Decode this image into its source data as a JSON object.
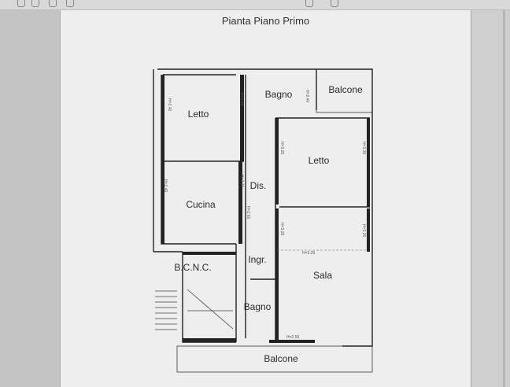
{
  "document": {
    "title": "Pianta Piano Primo"
  },
  "rooms": [
    {
      "id": "letto-1",
      "label": "Letto"
    },
    {
      "id": "bagno-top",
      "label": "Bagno"
    },
    {
      "id": "balcone-top",
      "label": "Balcone"
    },
    {
      "id": "letto-2",
      "label": "Letto"
    },
    {
      "id": "dis",
      "label": "Dis."
    },
    {
      "id": "cucina",
      "label": "Cucina"
    },
    {
      "id": "ingr",
      "label": "Ingr."
    },
    {
      "id": "bcnc",
      "label": "B.C.N.C."
    },
    {
      "id": "sala",
      "label": "Sala"
    },
    {
      "id": "bagno-bottom",
      "label": "Bagno"
    },
    {
      "id": "balcone-bottom",
      "label": "Balcone"
    }
  ],
  "dimensions": {
    "letto1": "H=2.40",
    "letto1b": "H=2.40",
    "bagno": "H=2.40",
    "letto2a": "H=3.25",
    "letto2b": "H=3.30",
    "cucina_a": "H=2.40",
    "cucina_b": "H=2.40",
    "dis": "H=2.60",
    "sala_a": "H=3.25",
    "sala_b": "H=3.25",
    "sala_c": "H=3.20",
    "bagno_bottom": "H=2.50"
  }
}
